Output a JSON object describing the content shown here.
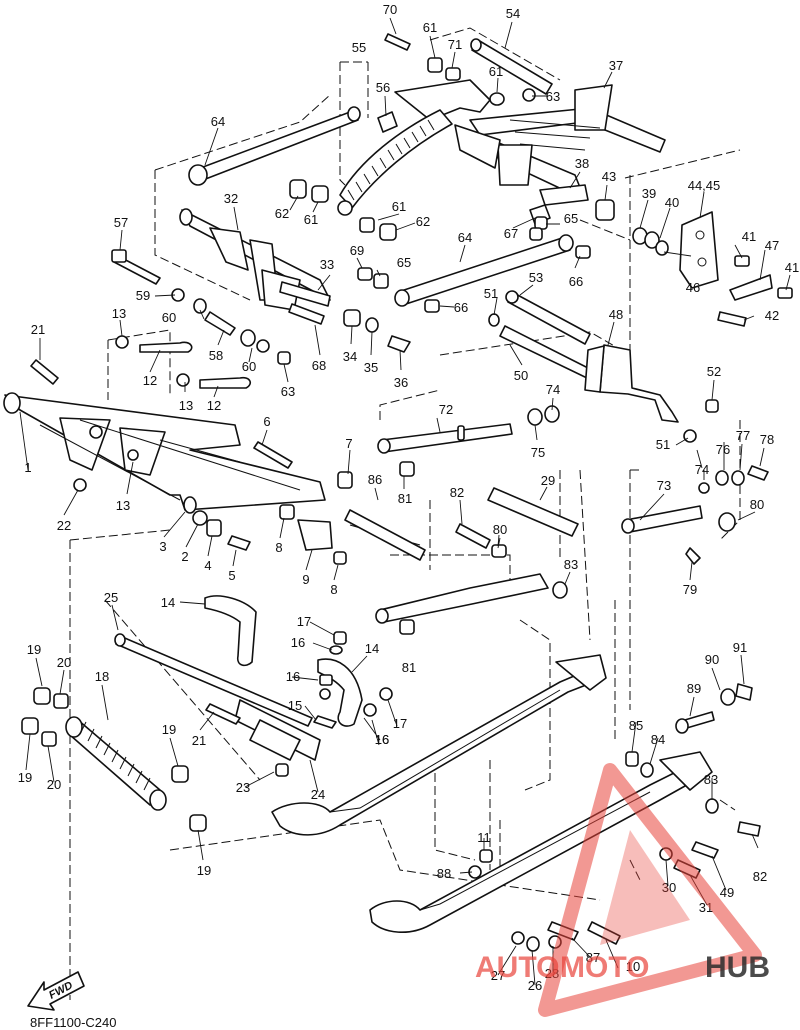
{
  "diagram": {
    "code": "8FF1100-C240",
    "fwd_label": "FWD",
    "watermark": {
      "auto": "AUTO",
      "moto": "MOTO",
      "hub": "HUB",
      "color": "#e8433a",
      "hub_color": "#2b2b2b"
    },
    "callouts": [
      "70",
      "61",
      "71",
      "54",
      "55",
      "61",
      "63",
      "56",
      "37",
      "64",
      "62",
      "61",
      "38",
      "43",
      "39",
      "40",
      "44,45",
      "32",
      "61",
      "62",
      "67",
      "65",
      "57",
      "69",
      "65",
      "64",
      "41",
      "47",
      "41",
      "33",
      "66",
      "53",
      "46",
      "42",
      "59",
      "60",
      "51",
      "48",
      "58",
      "13",
      "21",
      "68",
      "34",
      "35",
      "36",
      "66",
      "50",
      "60",
      "12",
      "63",
      "52",
      "74",
      "13",
      "12",
      "6",
      "72",
      "75",
      "51",
      "76",
      "77",
      "78",
      "1",
      "7",
      "74",
      "86",
      "81",
      "73",
      "22",
      "13",
      "82",
      "29",
      "80",
      "3",
      "2",
      "4",
      "5",
      "8",
      "9",
      "80",
      "8",
      "83",
      "79",
      "25",
      "14",
      "17",
      "16",
      "14",
      "16",
      "19",
      "20",
      "81",
      "18",
      "15",
      "17",
      "90",
      "91",
      "16",
      "89",
      "21",
      "16",
      "19",
      "85",
      "84",
      "23",
      "24",
      "19",
      "20",
      "83",
      "82",
      "11",
      "30",
      "49",
      "19",
      "88",
      "31",
      "10",
      "87",
      "28",
      "27",
      "26"
    ],
    "icons": [
      "fwd-arrow-icon",
      "watermark-triangle-icon"
    ]
  }
}
